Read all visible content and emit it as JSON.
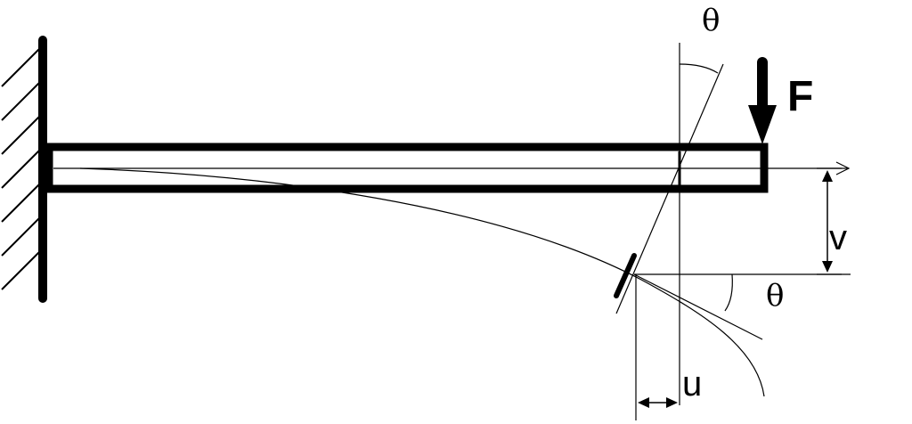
{
  "labels": {
    "theta_top": "θ",
    "force": "F",
    "deflection_v": "v",
    "theta_right": "θ",
    "displacement_u": "u"
  },
  "colors": {
    "ink": "#000000",
    "background": "#ffffff"
  }
}
